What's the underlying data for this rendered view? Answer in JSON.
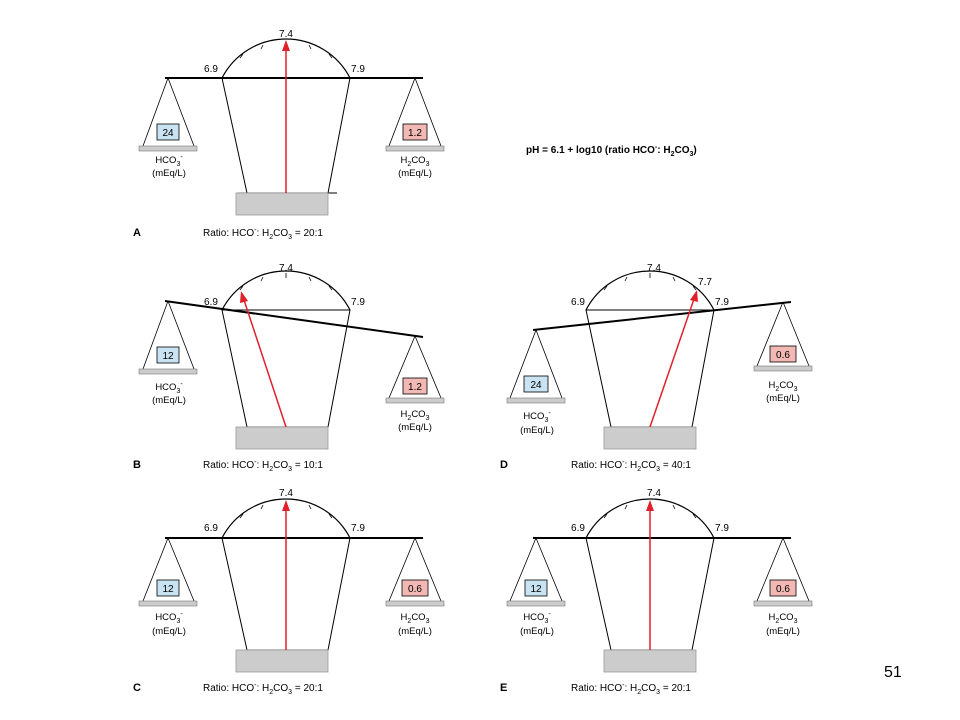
{
  "equation": {
    "prefix": "pH = 6.1 + log10 (ratio HCO",
    "anion_charge": "-",
    "middle": ": H",
    "tail": ")"
  },
  "chemistry": {
    "bicarb_base": "HCO",
    "bicarb_sub": "3",
    "bicarb_sup": "-",
    "acid_h": "H",
    "acid_2": "2",
    "acid_co": "CO",
    "acid_3": "3",
    "unit": "(mEq/L)",
    "ratio_prefix": "Ratio: HCO"
  },
  "scale": {
    "low": "6.9",
    "normal": "7.4",
    "high": "7.9"
  },
  "panels": [
    {
      "letter": "A",
      "left_value": "24",
      "right_value": "1.2",
      "ratio": "20:1",
      "pointer_label": ""
    },
    {
      "letter": "B",
      "left_value": "12",
      "right_value": "1.2",
      "ratio": "10:1",
      "pointer_label": ""
    },
    {
      "letter": "D",
      "left_value": "24",
      "right_value": "0.6",
      "ratio": "40:1",
      "pointer_label": "7.7"
    },
    {
      "letter": "C",
      "left_value": "12",
      "right_value": "0.6",
      "ratio": "20:1",
      "pointer_label": ""
    },
    {
      "letter": "E",
      "left_value": "12",
      "right_value": "0.6",
      "ratio": "20:1",
      "pointer_label": ""
    }
  ],
  "colors": {
    "bicarb_box": "#c9e3f2",
    "acid_box": "#f2b9b4",
    "pointer": "#e0202a",
    "base": "#cccccc",
    "line": "#000000"
  },
  "page_number": "51"
}
